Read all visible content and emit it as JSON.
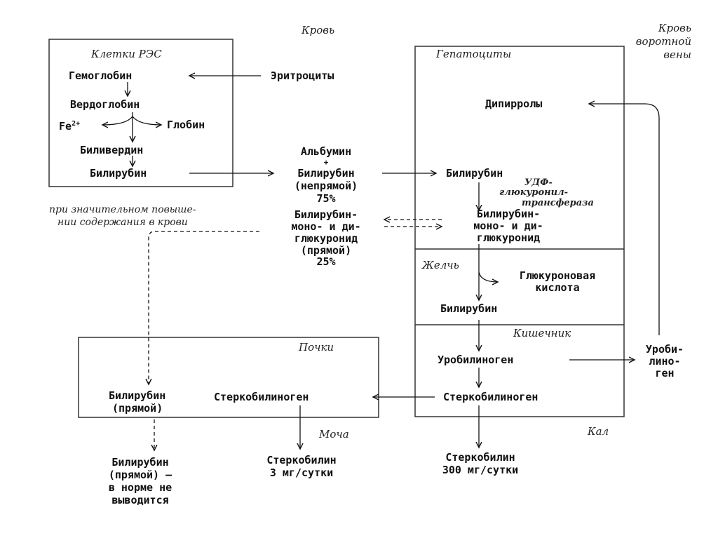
{
  "labels": {
    "blood": "Кровь",
    "portal_blood": [
      "Кровь",
      "воротной",
      "вены"
    ],
    "res_cells": "Клетки РЭС",
    "hepatocytes": "Гепатоциты",
    "bile": "Желчь",
    "intestine": "Кишечник",
    "kidneys": "Почки",
    "urine": "Моча",
    "feces": "Кал"
  },
  "res": {
    "hemoglobin": "Гемоглобин",
    "erythrocytes": "Эритроциты",
    "verdoglobin": "Вердоглобин",
    "fe_base": "Fe",
    "fe_sup": "2+",
    "globin": "Глобин",
    "biliverdin": "Биливердин",
    "bilirubin": "Билирубин"
  },
  "blood": {
    "albumin": "Альбумин",
    "plus": "+",
    "bilirubin": "Билирубин",
    "indirect": "(непрямой)",
    "indirect_pct": "75%",
    "high_level_note": [
      "при значительном повыше-",
      "нии содержания в крови"
    ],
    "glucuronide": [
      "Билирубин-",
      "моно- и ди-",
      "глюкуронид",
      "(прямой)"
    ],
    "direct_pct": "25%"
  },
  "liver": {
    "dipyrroles": "Дипирролы",
    "bilirubin": "Билирубин",
    "enzyme": [
      "УДФ-",
      "глюкуронил-",
      "трансфераза"
    ],
    "glucuronide": [
      "Билирубин-",
      "моно- и ди-",
      "глюкуронид"
    ],
    "glucuronic_acid": [
      "Глюкуроновая",
      "кислота"
    ],
    "bile_bilirubin": "Билирубин",
    "urobilinogen": "Уробилиноген",
    "urobilinogen_portal": [
      "Уроби-",
      "лино-",
      "ген"
    ],
    "stercobilinogen": "Стеркобилиноген"
  },
  "kidney": {
    "bilirubin": "Билирубин",
    "direct": "(прямой)",
    "stercobilinogen": "Стеркобилиноген"
  },
  "outputs": {
    "urine_bilirubin": [
      "Билирубин",
      "(прямой) —",
      "в норме не",
      "выводится"
    ],
    "urine_stercobilin": [
      "Стеркобилин",
      "3 мг/сутки"
    ],
    "feces_stercobilin": [
      "Стеркобилин",
      "300 мг/сутки"
    ]
  }
}
